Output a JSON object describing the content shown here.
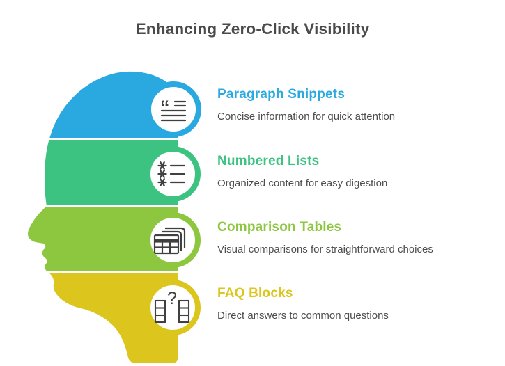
{
  "title": "Enhancing Zero-Click Visibility",
  "colors": {
    "background": "#ffffff",
    "main_title_text": "#4a4a4a",
    "description_text": "#4d4d4d",
    "icon_stroke": "#404040"
  },
  "features": [
    {
      "label": "Paragraph Snippets",
      "description": "Concise information for quick attention",
      "accent": "#29a9e0",
      "icon": "paragraph-quote-icon"
    },
    {
      "label": "Numbered Lists",
      "description": "Organized content for easy digestion",
      "accent": "#3cc281",
      "icon": "numbered-list-icon"
    },
    {
      "label": "Comparison Tables",
      "description": "Visual comparisons for straightforward choices",
      "accent": "#8dc63f",
      "icon": "stacked-tables-icon"
    },
    {
      "label": "FAQ Blocks",
      "description": "Direct answers to common questions",
      "accent": "#dcc51d",
      "icon": "faq-question-blocks-icon"
    }
  ]
}
